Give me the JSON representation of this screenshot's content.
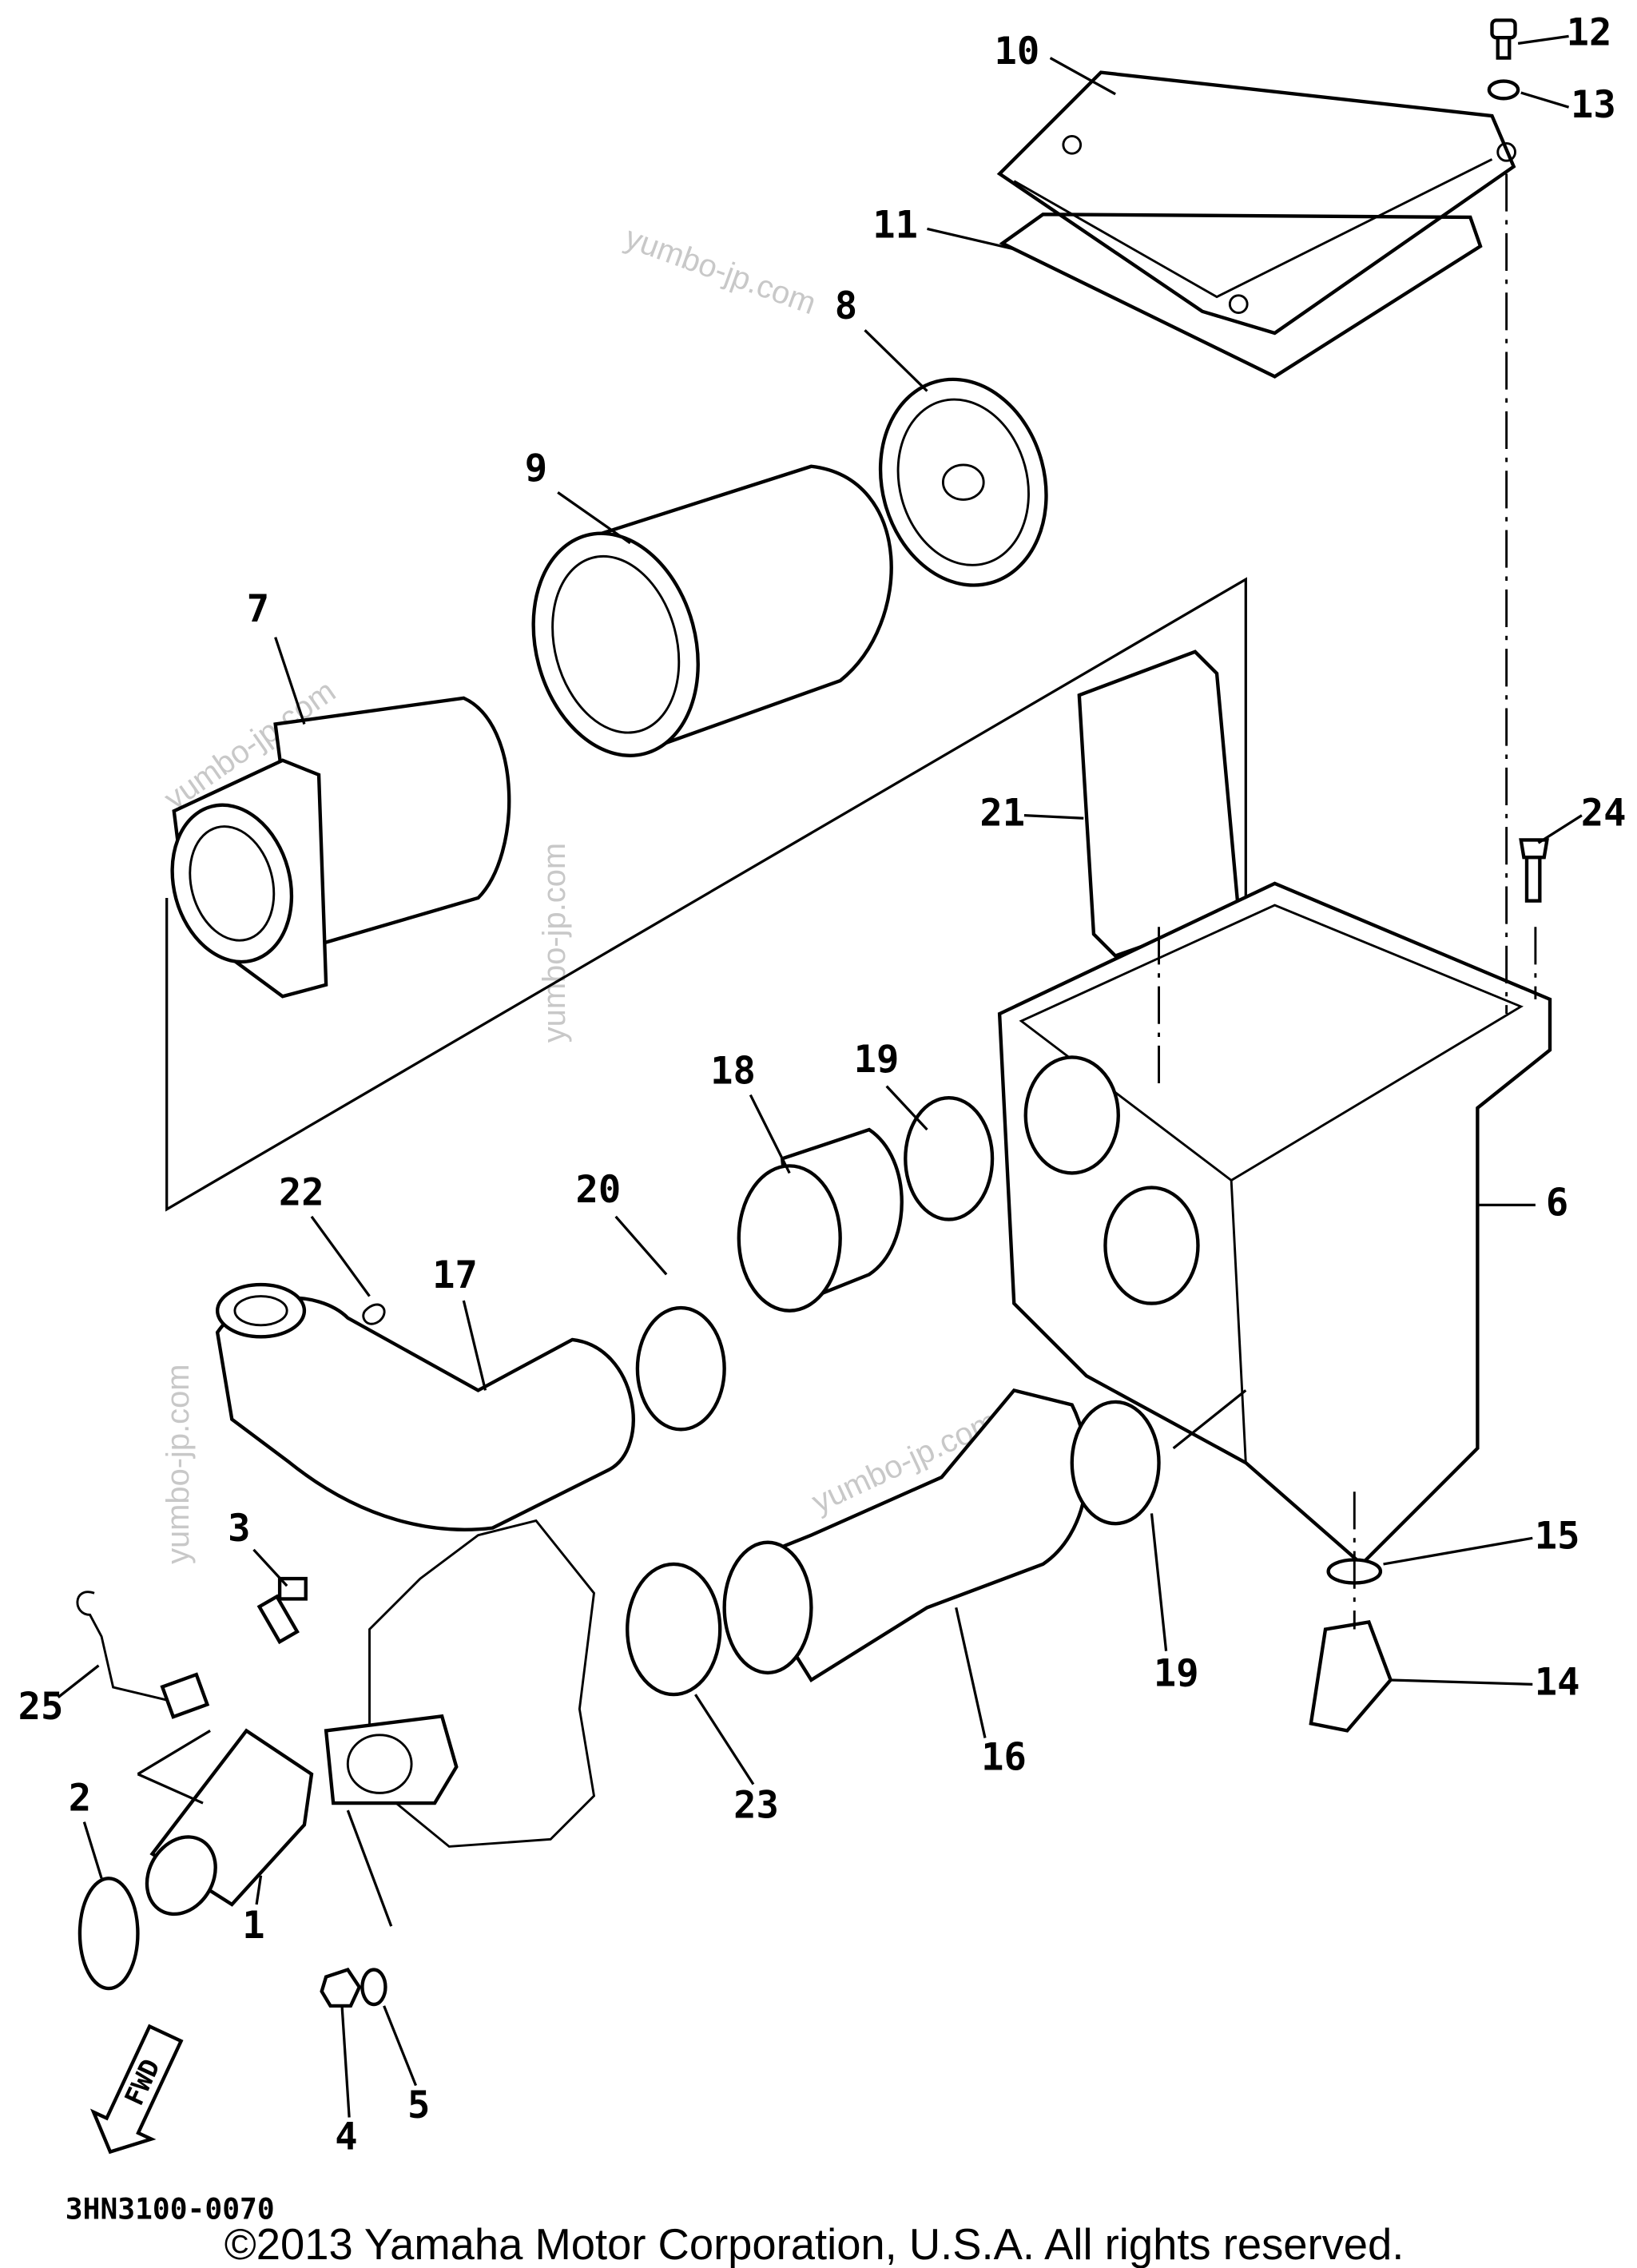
{
  "diagram": {
    "callouts": [
      "1",
      "2",
      "3",
      "4",
      "5",
      "6",
      "7",
      "8",
      "9",
      "10",
      "11",
      "12",
      "13",
      "14",
      "15",
      "16",
      "17",
      "18",
      "19",
      "19",
      "20",
      "21",
      "22",
      "23",
      "24",
      "25"
    ],
    "fwd_label": "FWD",
    "diagram_code": "3HN3100-0070",
    "copyright": "©2013 Yamaha Motor Corporation, U.S.A. All rights reserved.",
    "watermark": "yumbo-jp.com"
  }
}
